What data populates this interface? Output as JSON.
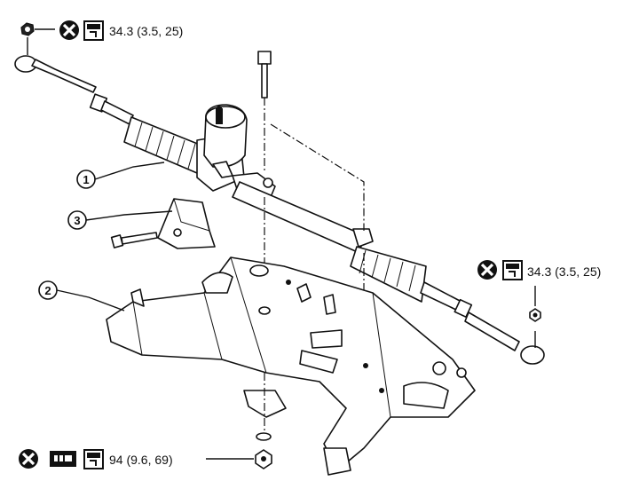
{
  "torque_specs": {
    "tie_rod_nut_left": "34.3 (3.5, 25)",
    "tie_rod_nut_right": "34.3 (3.5, 25)",
    "mount_bolt_bottom": "94 (9.6, 69)"
  },
  "callouts": {
    "part_1": "1",
    "part_2": "2",
    "part_3": "3"
  },
  "icons": {
    "nut": "hex-nut-icon",
    "never_reuse": "never-reuse-icon",
    "torque": "torque-wrench-icon",
    "locking_sealant": "locking-sealant-icon"
  }
}
